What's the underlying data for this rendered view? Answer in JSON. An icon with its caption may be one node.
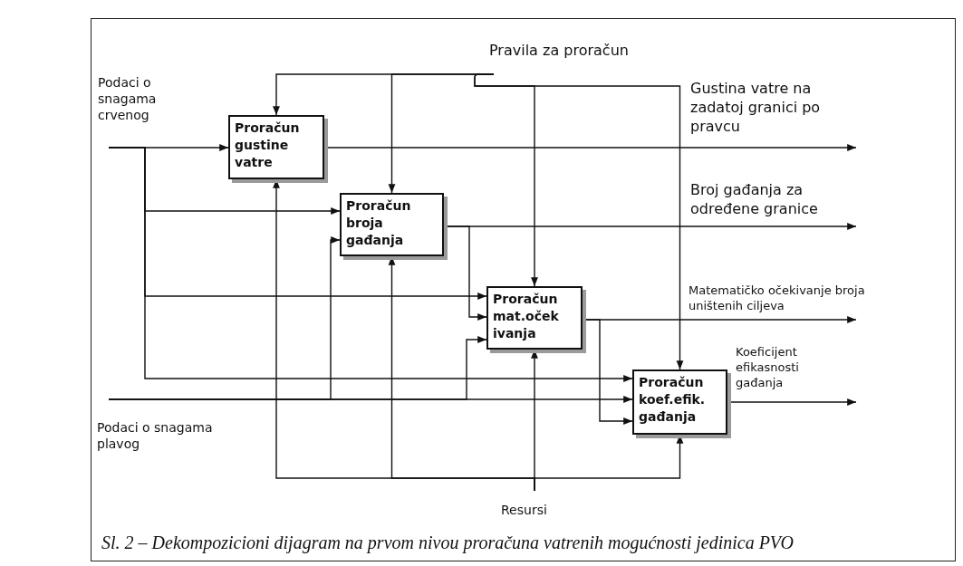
{
  "diagram": {
    "caption": "Sl. 2 – Dekompozicioni dijagram na prvom nivou proračuna vatrenih mogućnosti jedinica PVO",
    "nodes": [
      {
        "text": [
          "Pravila za proračun"
        ]
      },
      {
        "text": [
          "Podaci o snagama crvenog"
        ]
      },
      {
        "text": [
          "Podaci o snagama plavog"
        ]
      },
      {
        "text": [
          "Resursi"
        ]
      },
      {
        "text": [
          "Proračun gustine vatre"
        ]
      },
      {
        "text": [
          "Proračun broja gađanja"
        ]
      },
      {
        "text": [
          "Proračun mat.oček ivanja"
        ]
      },
      {
        "text": [
          "Proračun koef.efik. gađanja"
        ]
      }
    ],
    "edges": [
      {
        "from": 1,
        "to": 4,
        "arrow": "to"
      },
      {
        "from": 1,
        "to": 5,
        "arrow": "to"
      },
      {
        "from": 1,
        "to": 6,
        "arrow": "to"
      },
      {
        "from": 1,
        "to": 7,
        "arrow": "to"
      },
      {
        "from": 2,
        "to": 7,
        "arrow": "to"
      },
      {
        "from": 2,
        "to": 5,
        "arrow": "to"
      },
      {
        "from": 2,
        "to": 6,
        "arrow": "to"
      },
      {
        "from": 0,
        "to": 4,
        "arrow": "to"
      },
      {
        "from": 0,
        "to": 5,
        "arrow": "to"
      },
      {
        "from": 0,
        "to": 6,
        "arrow": "to"
      },
      {
        "from": 0,
        "to": 7,
        "arrow": "to"
      },
      {
        "from": 3,
        "to": 6,
        "arrow": "to"
      },
      {
        "from": 3,
        "to": 4,
        "arrow": "to"
      },
      {
        "from": 3,
        "to": 5,
        "arrow": "to"
      },
      {
        "from": 3,
        "to": 7,
        "arrow": "to"
      },
      {
        "from": 4,
        "to": null,
        "arrow": "to",
        "label": "Gustina vatre na zadatoj granici po pravcu"
      },
      {
        "from": 5,
        "to": null,
        "arrow": "to",
        "label": "Broj gađanja za određene granice"
      },
      {
        "from": 5,
        "to": 6,
        "arrow": "to"
      },
      {
        "from": 6,
        "to": null,
        "arrow": "to",
        "label": "Matematičko očekivanje broja uništenih ciljeva"
      },
      {
        "from": 6,
        "to": 7,
        "arrow": "to"
      },
      {
        "from": 7,
        "to": null,
        "arrow": "to",
        "label": "Koeficijent efikasnosti gađanja"
      }
    ]
  }
}
